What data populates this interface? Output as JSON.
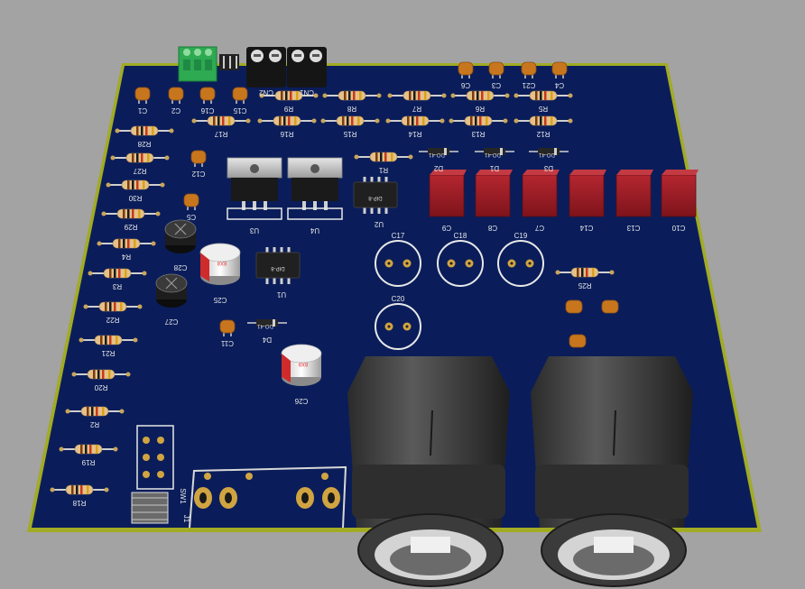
{
  "board": {
    "colors": {
      "pcb": "#0a1d5a",
      "edge": "#a2ab24",
      "resistor": "#e5c18a",
      "ceramic": "#c8761e",
      "film": "#a01c22"
    },
    "resistors": [
      "R28",
      "R27",
      "R30",
      "R29",
      "R4",
      "R3",
      "R22",
      "R21",
      "R20",
      "R2",
      "R19",
      "R18",
      "R9",
      "R8",
      "R7",
      "R6",
      "R5",
      "R17",
      "R16",
      "R15",
      "R14",
      "R13",
      "R12",
      "R1",
      "R25"
    ],
    "ceramic_caps": [
      "C1",
      "C2",
      "C16",
      "C15",
      "C12",
      "C5",
      "C11",
      "C6",
      "C3",
      "C21",
      "C4"
    ],
    "film_caps": [
      "C9",
      "C8",
      "C7",
      "C14",
      "C13",
      "C10"
    ],
    "electrolytics": [
      "C28",
      "C27",
      "C25",
      "C26"
    ],
    "footprints": [
      "C17",
      "C18",
      "C19",
      "C20"
    ],
    "diodes": [
      "D2",
      "D1",
      "D3",
      "D4"
    ],
    "regulators": [
      "U3",
      "U4"
    ],
    "ics": [
      "U2",
      "U1"
    ],
    "ic_marking": "DIP-8",
    "diode_marking": "DO-41",
    "cap_marking": "8X8",
    "connectors": [
      "CN2",
      "CN1",
      "J1",
      "SW1"
    ]
  }
}
